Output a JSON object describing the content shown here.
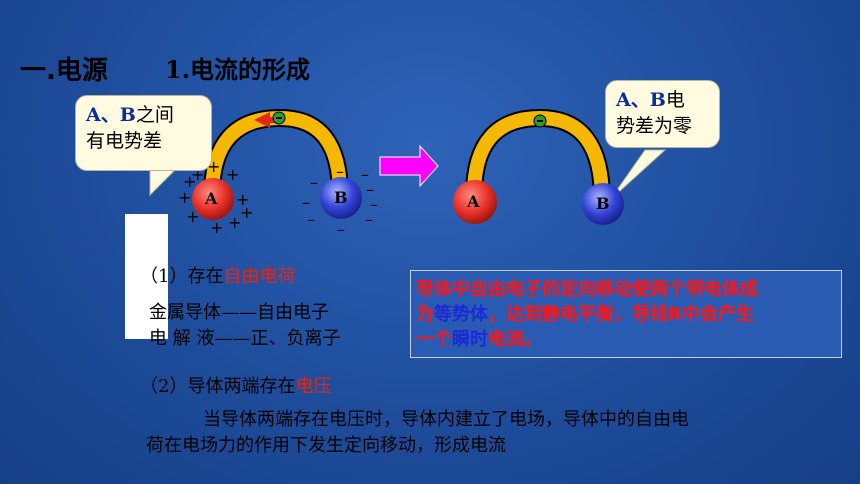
{
  "slide": {
    "title_main": "一.电源",
    "title_sub": "1.电流的形成"
  },
  "bubbles": {
    "left": {
      "hl": "A、B",
      "text1": "之间",
      "text2": "有电势差"
    },
    "right": {
      "hl": "A、B",
      "text1": "电",
      "text2": "势差为零"
    }
  },
  "spheres": {
    "a_label": "A",
    "b_label": "B"
  },
  "electron_symbol": "⊖",
  "signs": {
    "plus": "+",
    "minus": "–"
  },
  "points": {
    "p1_prefix": "（1）存在",
    "p1_highlight": "自由电荷",
    "metal": "金属导体——自由电子",
    "electrolyte": "电 解 液——正、负离子",
    "p2_prefix": "（2）导体两端存在",
    "p2_highlight": "电压",
    "explain1": "当导体两端存在电压时，导体内建立了电场，导体中的自由电",
    "explain2": "荷在电场力的作用下发生定向移动，形成电流"
  },
  "callout": {
    "l1": "导体中自由电子的定向移动使两个带电体成",
    "l2a": "为",
    "l2b": "等势体",
    "l2c": "，达到静电平衡，导线R中会产生",
    "l3a": "一个",
    "l3b": "瞬时",
    "l3c": "电流。"
  },
  "colors": {
    "accent_red": "#e3261b",
    "wire": "#f5b800",
    "sphere_a": "#e8332b",
    "sphere_b": "#3344d8",
    "arrow": "#ff00ff"
  }
}
